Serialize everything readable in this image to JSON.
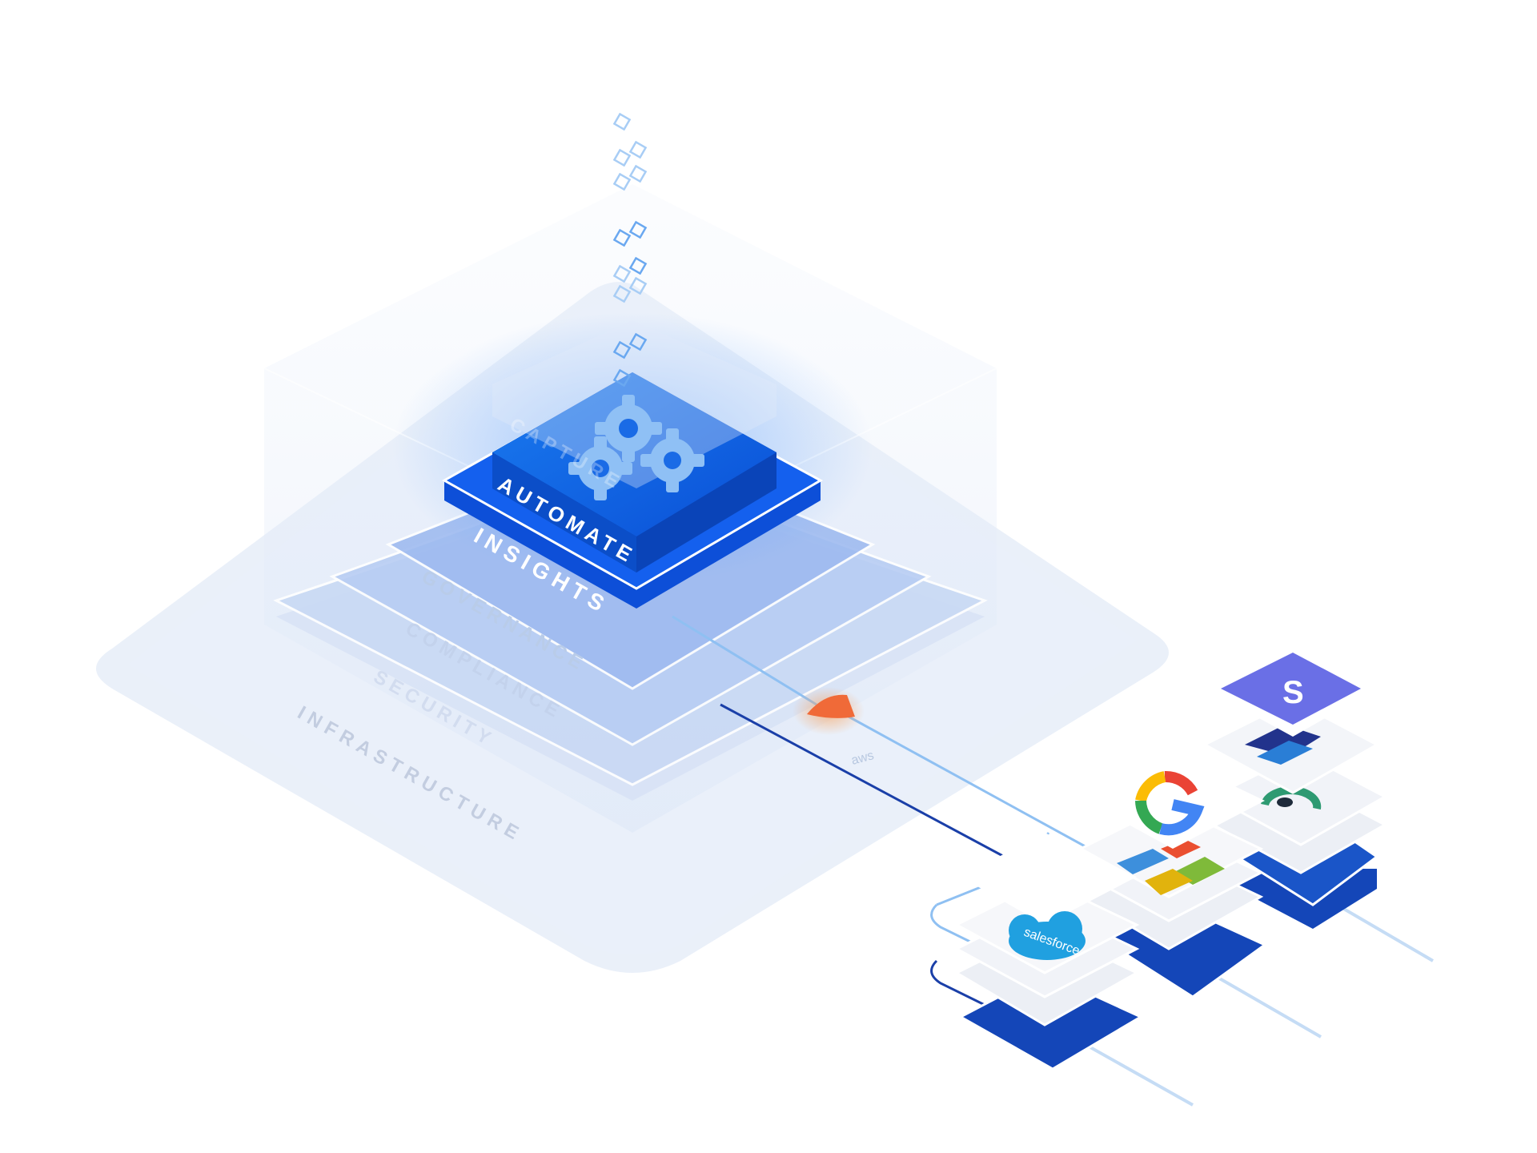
{
  "layers": {
    "capture": "CAPTURE",
    "automate": "AUTOMATE",
    "insights": "INSIGHTS",
    "governance": "GOVERNANCE",
    "compliance": "COMPLIANCE",
    "security": "SECURITY",
    "infrastructure": "INFRASTRUCTURE",
    "aws": "aws"
  },
  "integrations": {
    "salesforce": "salesforce",
    "stripe": "S"
  },
  "colors": {
    "primary_blue": "#0a5ee8",
    "deep_blue": "#1246b8",
    "light_blue": "#8fc0f2",
    "orange": "#f06a38",
    "platform_fill": "#e9eff9"
  },
  "icons": [
    "gear-icon",
    "google-logo-icon",
    "microsoft-logo-icon",
    "salesforce-logo-icon",
    "stripe-logo-icon",
    "paypal-logo-icon",
    "ccleaner-logo-icon"
  ]
}
